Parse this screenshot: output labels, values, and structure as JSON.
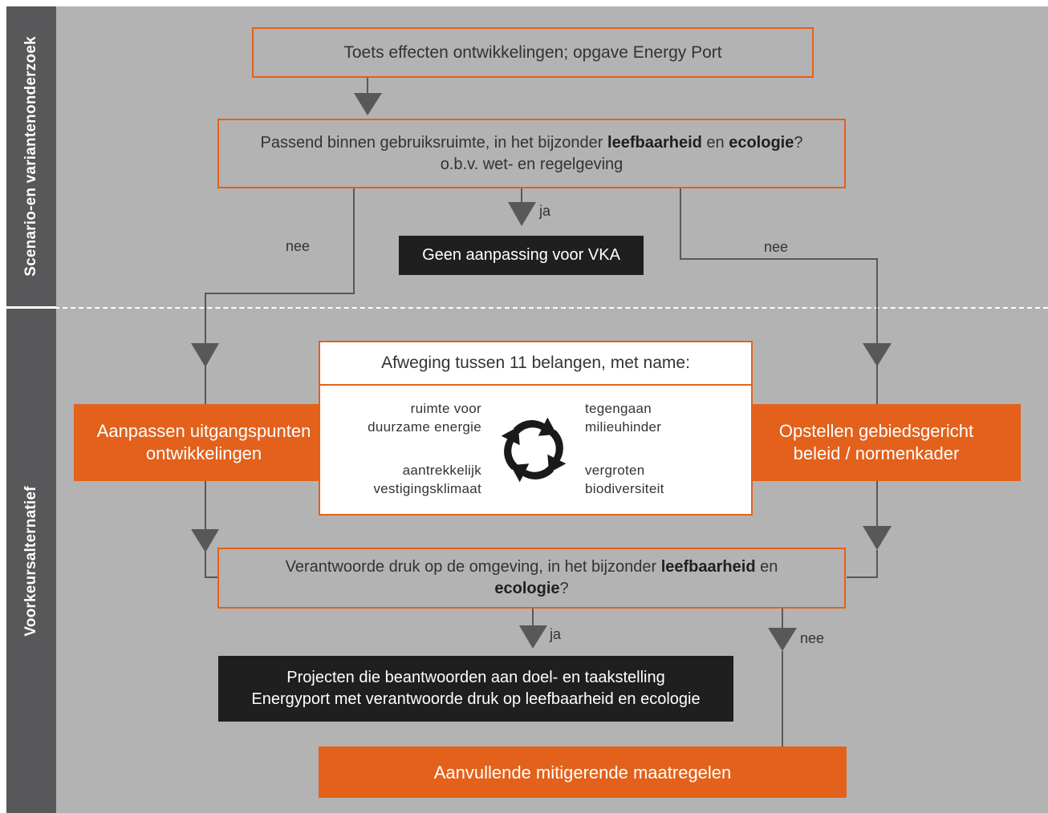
{
  "sidebar": {
    "top_label": "Scenario-en variantenonderzoek",
    "bottom_label": "Voorkeursalternatief"
  },
  "boxes": {
    "toets": "Toets effecten ontwikkelingen; opgave Energy Port",
    "passend": {
      "part1": "Passend binnen gebruiksruimte, in het bijzonder ",
      "bold1": "leefbaarheid",
      "part2": " en ",
      "bold2": "ecologie",
      "part3": "?",
      "line2": "o.b.v. wet- en regelgeving"
    },
    "geen_aanpassing": "Geen aanpassing voor VKA",
    "aanpassen": [
      "Aanpassen uitgangspunten",
      "ontwikkelingen"
    ],
    "opstellen": [
      "Opstellen gebiedsgericht",
      "beleid / normenkader"
    ],
    "verantwoorde": {
      "part1": "Verantwoorde druk op de omgeving, in het bijzonder ",
      "bold1": "leefbaarheid",
      "part2": " en",
      "bold2": "ecologie",
      "part3": "?"
    },
    "projecten": [
      "Projecten die beantwoorden aan doel- en taakstelling",
      "Energyport met verantwoorde druk op leefbaarheid en ecologie"
    ],
    "aanvullende": "Aanvullende mitigerende maatregelen"
  },
  "panel": {
    "title": "Afweging tussen 11 belangen, met name:",
    "items": [
      [
        "ruimte voor",
        "duurzame energie"
      ],
      [
        "tegengaan",
        "milieuhinder"
      ],
      [
        "aantrekkelijk",
        "vestigingsklimaat"
      ],
      [
        "vergroten",
        "biodiversiteit"
      ]
    ],
    "cycle_icon": "recycle-arrows-icon"
  },
  "labels": {
    "ja_top": "ja",
    "nee_left": "nee",
    "nee_right": "nee",
    "ja_bottom": "ja",
    "nee_bottom": "nee"
  },
  "colors": {
    "orange": "#e3611b",
    "dark": "#1f1f1f",
    "background": "#b3b3b3",
    "sidebar": "#58585a",
    "connector": "#58585a"
  }
}
